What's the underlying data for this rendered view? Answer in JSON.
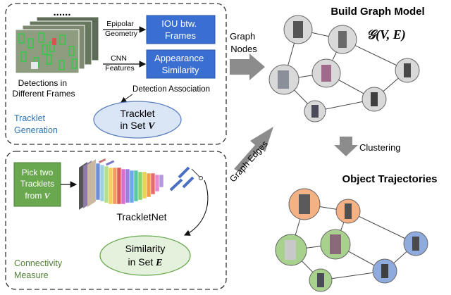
{
  "top_box": {
    "dots": "......",
    "detections_caption": [
      "Detections in",
      "Different Frames"
    ],
    "epipolar_label": [
      "Epipolar",
      "Geometry"
    ],
    "cnn_label": [
      "CNN",
      "Features"
    ],
    "iou_box": [
      "IOU btw.",
      "Frames"
    ],
    "appearance_box": [
      "Appearance",
      "Similarity"
    ],
    "association_label": "Detection Association",
    "section_title": [
      "Tracklet",
      "Generation"
    ],
    "tracklet_set": {
      "line1": "Tracklet",
      "line2_prefix": "in Set ",
      "symbol": "V"
    }
  },
  "bottom_box": {
    "pick_box": {
      "line1": "Pick two",
      "line2": "Tracklets",
      "line3_prefix": "from ",
      "symbol": "V"
    },
    "network_label": "TrackletNet",
    "section_title": [
      "Connectivity",
      "Measure"
    ],
    "similarity_set": {
      "line1": "Similarity",
      "line2_prefix": "in Set ",
      "symbol": "E"
    }
  },
  "arrows": {
    "graph_nodes": [
      "Graph",
      "Nodes"
    ],
    "graph_edges": "Graph Edges",
    "clustering": "Clustering"
  },
  "right": {
    "build_title": "Build Graph Model",
    "formula": "𝒢(V, E)",
    "trajectories_title": "Object Trajectories"
  },
  "colors": {
    "blue_box": "#3a6fd1",
    "green_box": "#6aa84f",
    "tracklet_blue": "#dae5f6",
    "section_blue": "#2e75b6",
    "section_green": "#538135",
    "orange_node": "#f4b183",
    "green_node": "#a9d18e",
    "blue_node": "#8faadc",
    "gray_node": "#d9d9d9"
  }
}
